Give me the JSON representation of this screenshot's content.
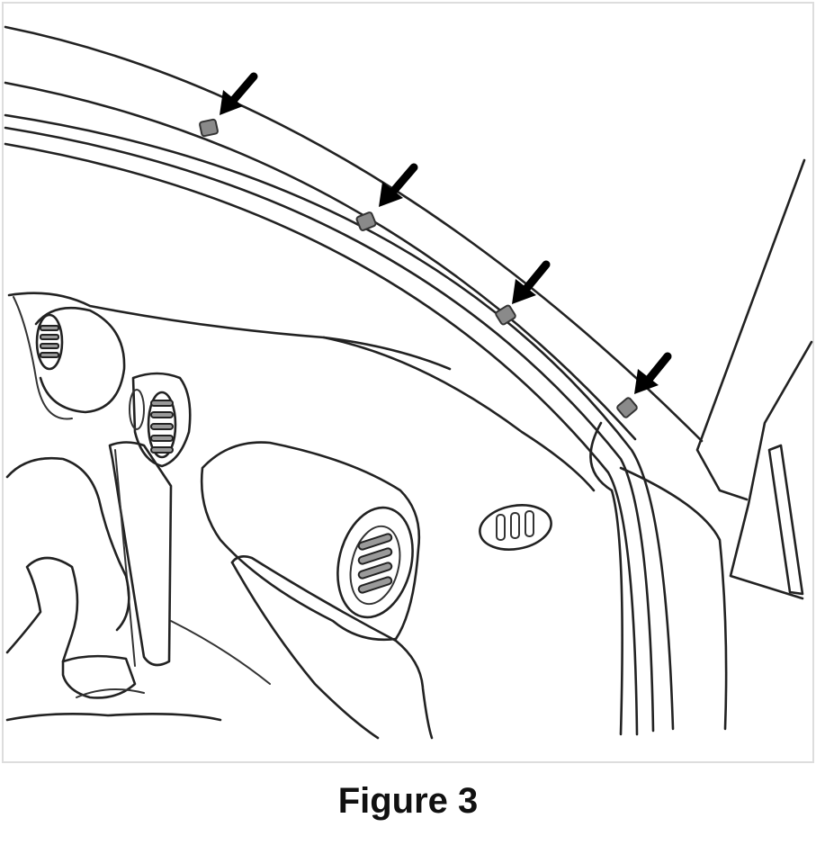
{
  "figure": {
    "caption": "Figure 3"
  },
  "illustration": {
    "subject": "interior-windshield-pillar-and-dashboard",
    "clip_marker_count": 4
  }
}
